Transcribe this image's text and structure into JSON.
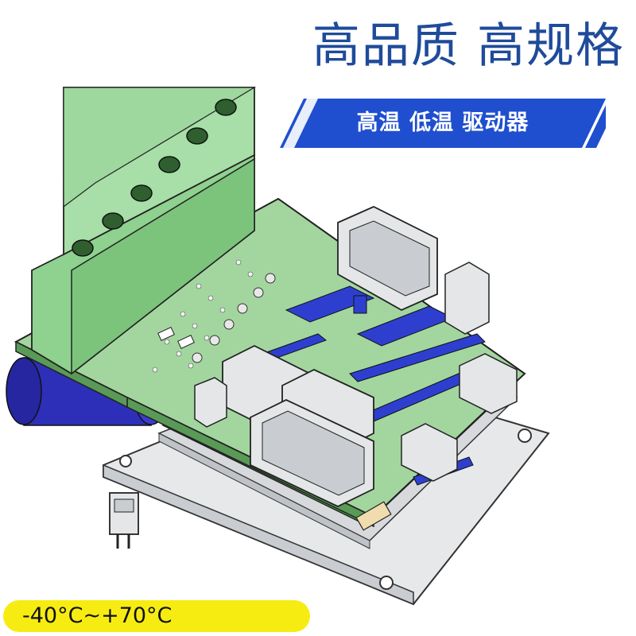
{
  "headline": "高品质 高规格",
  "banner": {
    "text": "高温 低温 驱动器",
    "color": "#1f4fcf"
  },
  "temperature_range": "-40°C~+70°C",
  "colors": {
    "headline": "#1f4b9a",
    "pcb": "#9ed49a",
    "connector": "#8fd18f",
    "capacitor": "#2e2fb8",
    "pill": "#f7ec12"
  },
  "illustration": "motor-driver-pcb-3d-render"
}
